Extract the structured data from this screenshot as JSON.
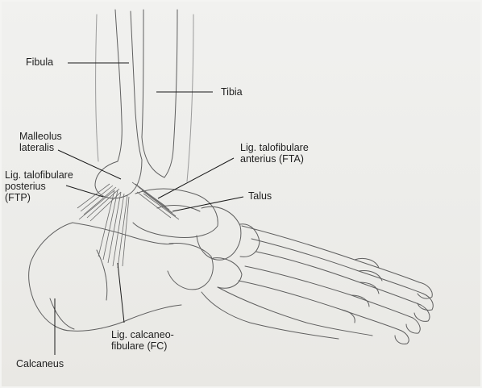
{
  "labels": {
    "fibula": "Fibula",
    "tibia": "Tibia",
    "malleolus": [
      "Malleolus",
      "lateralis"
    ],
    "ftp": [
      "Lig. talofibulare",
      "posterius",
      "(FTP)"
    ],
    "fta": [
      "Lig. talofibulare",
      "anterius  (FTA)"
    ],
    "talus": "Talus",
    "calcaneus": "Calcaneus",
    "fc": [
      "Lig. calcaneo-",
      "fibulare (FC)"
    ]
  },
  "colors": {
    "pencil": "#5a5a5a",
    "leader": "#1a1a1a",
    "text": "#1f1f1f"
  }
}
